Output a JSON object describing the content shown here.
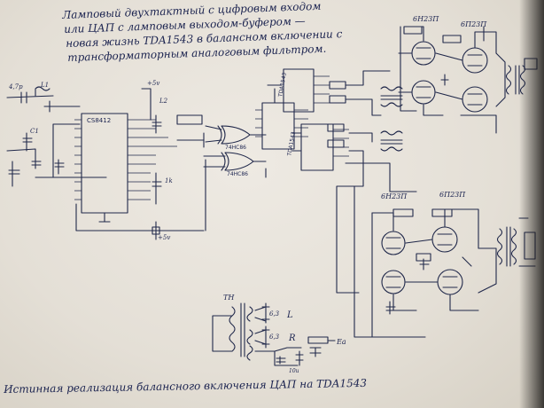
{
  "header": {
    "line1": "Ламповый двухтактный с цифровым входом",
    "line2": "или ЦАП с ламповым выходом-буфером —",
    "line3": "новая жизнь TDA1543 в балансном включении с",
    "line4": "трансформаторным аналоговым фильтром."
  },
  "footer": {
    "caption": "Истинная реализация балансного включения ЦАП на TDA1543"
  },
  "labels": {
    "cs8412": "CS8412",
    "plus5_a": "+5v",
    "plus5_b": "+5v",
    "c4p": "4,7p",
    "l1": "L1",
    "l2": "L2",
    "c1": "C1",
    "tda_top": "TDA1543",
    "tda_bot": "TDA1543",
    "ic_74": "74HC86",
    "ic_74b": "74HC86",
    "tube_top_left": "6Н23П",
    "tube_top_right": "6П23П",
    "tube_bot_left": "6Н23П",
    "tube_bot_right": "6П23П",
    "tn": "TН",
    "l_out": "L",
    "r_out": "R",
    "v63a": "6,3",
    "v63b": "6,3",
    "ea": "Ea",
    "r1k": "1k",
    "c10u": "10u"
  },
  "colors": {
    "ink": "#20284a",
    "paper": "#e6e1d8"
  }
}
